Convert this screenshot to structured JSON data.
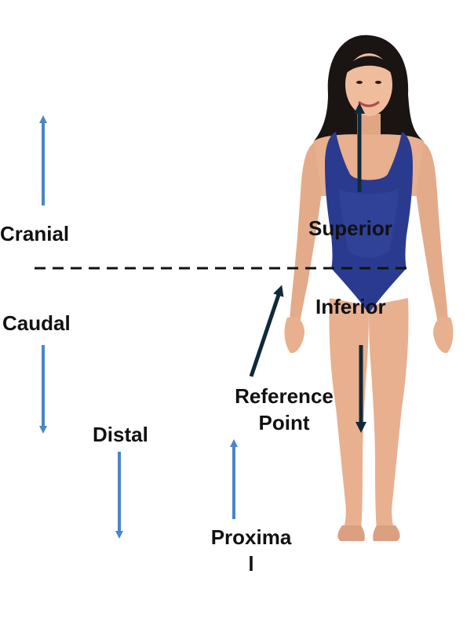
{
  "labels": {
    "cranial": "Cranial",
    "caudal": "Caudal",
    "distal": "Distal",
    "superior": "Superior",
    "inferior": "Inferior",
    "reference_point_line1": "Reference",
    "reference_point_line2": "Point",
    "proximal_line1": "Proxima",
    "proximal_line2": "l"
  },
  "colors": {
    "light_arrow": "#4a86c8",
    "dark_arrow": "#0f2a3a",
    "dashed_line": "#111111",
    "swimsuit": "#2a3b8f",
    "skin": "#e8b08f",
    "hair": "#1a1412"
  }
}
